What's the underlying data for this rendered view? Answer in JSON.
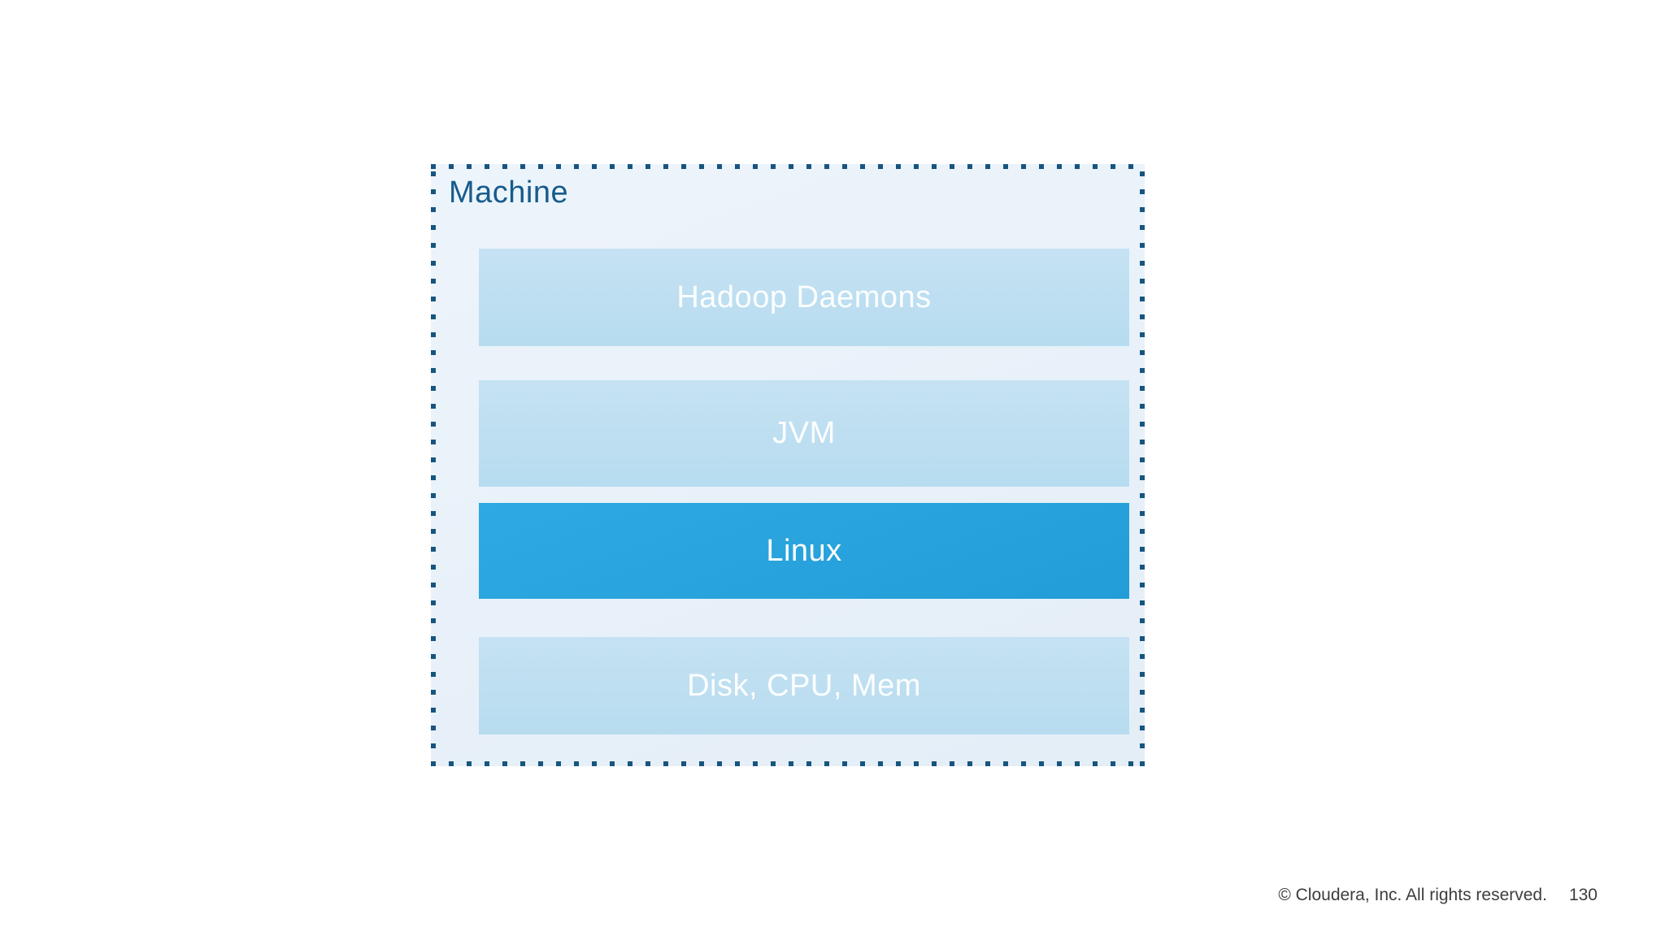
{
  "diagram": {
    "container_label": "Machine",
    "layers": [
      {
        "label": "Hadoop Daemons",
        "emphasis": "light"
      },
      {
        "label": "JVM",
        "emphasis": "light"
      },
      {
        "label": "Linux",
        "emphasis": "highlight"
      },
      {
        "label": "Disk, CPU, Mem",
        "emphasis": "light"
      }
    ],
    "colors": {
      "border_dots": "#17557f",
      "container_fill": "#e8f1f9",
      "layer_light": "#bfe0f2",
      "layer_highlight": "#29a4dd",
      "container_label_text": "#175b8c",
      "layer_text": "#ffffff"
    }
  },
  "footer": {
    "copyright": "© Cloudera, Inc. All rights reserved.",
    "page_number": "130",
    "text_color": "#3d3d3d"
  }
}
